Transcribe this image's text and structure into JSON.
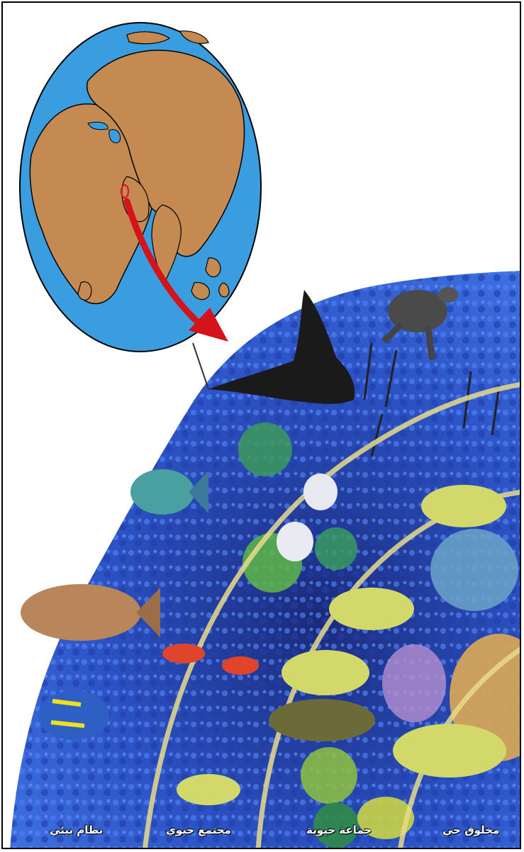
{
  "labels": {
    "ecosystem": "نظام بيئي",
    "community": "مجتمع حيوي",
    "population": "جماعة حيوية",
    "organism": "مخلوق حي"
  },
  "colors": {
    "ocean": "#3a9de0",
    "land": "#c48a52",
    "arrow": "#d4141a",
    "reef_blue": "#2f5fd0",
    "ring": "#e8dc8a"
  },
  "icons": [
    "globe",
    "arrow",
    "manta-ray",
    "sea-turtle",
    "fish",
    "coral"
  ]
}
